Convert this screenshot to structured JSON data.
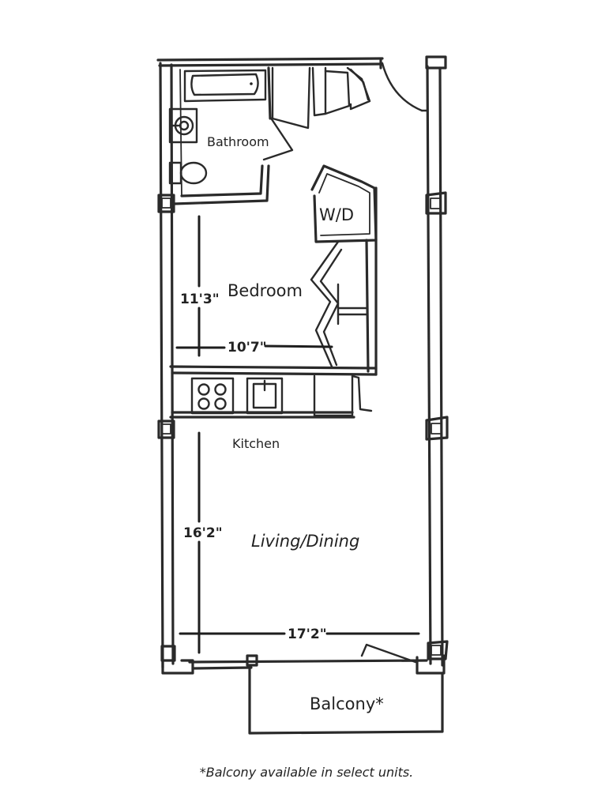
{
  "rooms": {
    "bathroom": "Bathroom",
    "bedroom": "Bedroom",
    "washer_dryer": "W/D",
    "kitchen": "Kitchen",
    "living_dining": "Living/Dining",
    "balcony": "Balcony*"
  },
  "dimensions": {
    "bedroom_depth": "11'3\"",
    "bedroom_width": "10'7\"",
    "living_depth": "16'2\"",
    "living_width": "17'2\""
  },
  "footnote": "*Balcony available in select units."
}
